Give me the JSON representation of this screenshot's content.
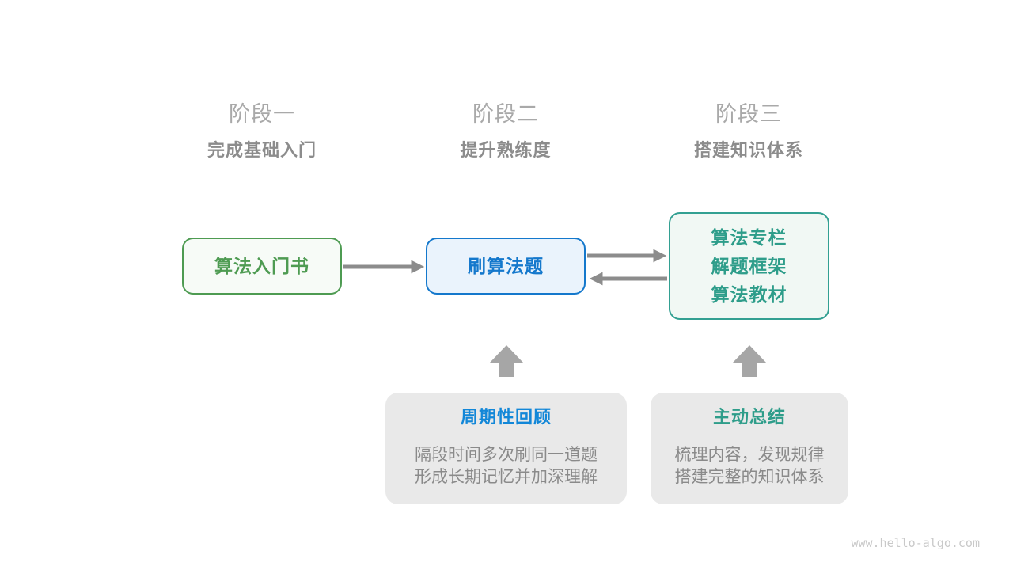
{
  "stages": [
    {
      "label": "阶段一",
      "subtitle": "完成基础入门"
    },
    {
      "label": "阶段二",
      "subtitle": "提升熟练度"
    },
    {
      "label": "阶段三",
      "subtitle": "搭建知识体系"
    }
  ],
  "nodes": {
    "intro_book": {
      "label": "算法入门书",
      "text_color": "#4E9B52",
      "border_color": "#4E9B52",
      "fill": "#F7FBF7"
    },
    "practice": {
      "label": "刷算法题",
      "text_color": "#1478CC",
      "border_color": "#1478CC",
      "fill": "#EAF3FC"
    },
    "resources": {
      "lines": [
        "算法专栏",
        "解题框架",
        "算法教材"
      ],
      "text_color": "#2E9D8A",
      "border_color": "#33A092",
      "fill": "#F1F8F4"
    }
  },
  "callouts": [
    {
      "title": "周期性回顾",
      "title_color": "#1287D8",
      "body_lines": [
        "隔段时间多次刷同一道题",
        "形成长期记忆并加深理解"
      ]
    },
    {
      "title": "主动总结",
      "title_color": "#2E9D8A",
      "body_lines": [
        "梳理内容，发现规律",
        "搭建完整的知识体系"
      ]
    }
  ],
  "watermark": "www.hello-algo.com",
  "colors": {
    "stage_label": "#A9A9A9",
    "stage_subtitle": "#8C8C8C",
    "connector": "#8C8C8C",
    "block_arrow": "#A6A6A6",
    "callout_bg": "#E9E9E9",
    "callout_body": "#8A8A8A",
    "watermark": "#C9C9C9"
  }
}
